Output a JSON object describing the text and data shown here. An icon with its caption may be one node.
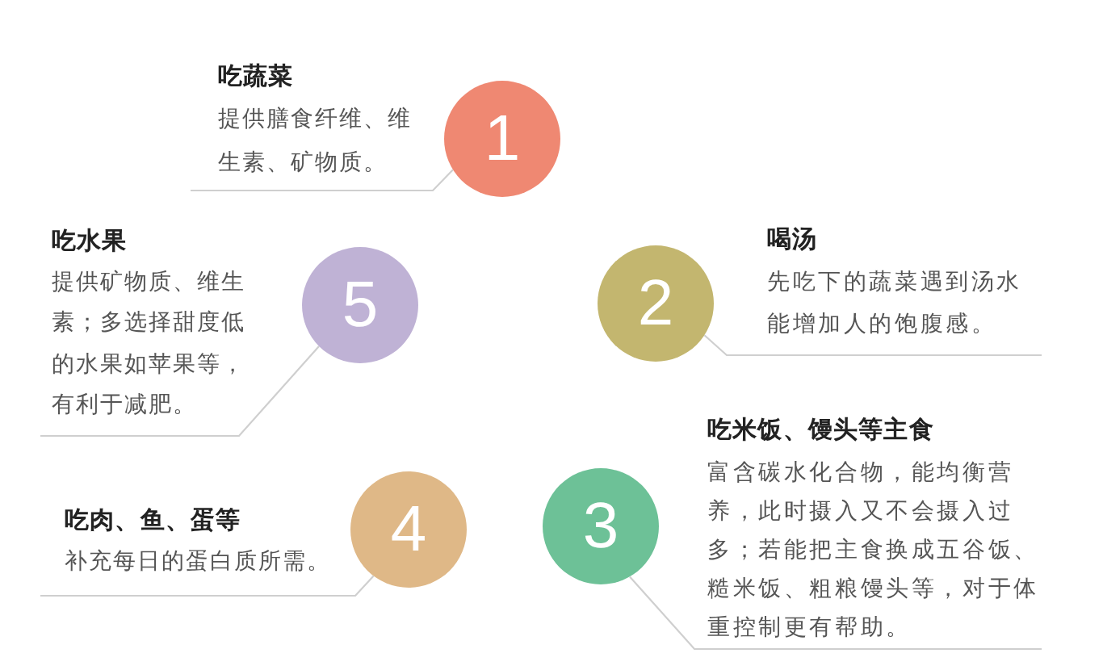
{
  "diagram": {
    "nodes": [
      {
        "text": [
          "1"
        ]
      },
      {
        "text": [
          "吃蔬菜",
          "提供膳食纤维、维生素、矿物质。"
        ]
      },
      {
        "text": [
          "2"
        ]
      },
      {
        "text": [
          "喝汤",
          "先吃下的蔬菜遇到汤水能增加人的饱腹感。"
        ]
      },
      {
        "text": [
          "3"
        ]
      },
      {
        "text": [
          "吃米饭、馒头等主食",
          "富含碳水化合物，能均衡营养，此时摄入又不会摄入过多；若能把主食换成五谷饭、糙米饭、粗粮馒头等，对于体重控制更有帮助。"
        ]
      },
      {
        "text": [
          "4"
        ]
      },
      {
        "text": [
          "吃肉、鱼、蛋等",
          "补充每日的蛋白质所需。"
        ]
      },
      {
        "text": [
          "5"
        ]
      },
      {
        "text": [
          "吃水果",
          "提供矿物质、维生素；多选择甜度低的水果如苹果等，有利于减肥。"
        ]
      }
    ],
    "edges": [
      {
        "from": 1,
        "to": 0,
        "arrow": "none"
      },
      {
        "from": 3,
        "to": 2,
        "arrow": "none"
      },
      {
        "from": 5,
        "to": 4,
        "arrow": "none"
      },
      {
        "from": 7,
        "to": 6,
        "arrow": "none"
      },
      {
        "from": 9,
        "to": 8,
        "arrow": "none"
      }
    ]
  }
}
